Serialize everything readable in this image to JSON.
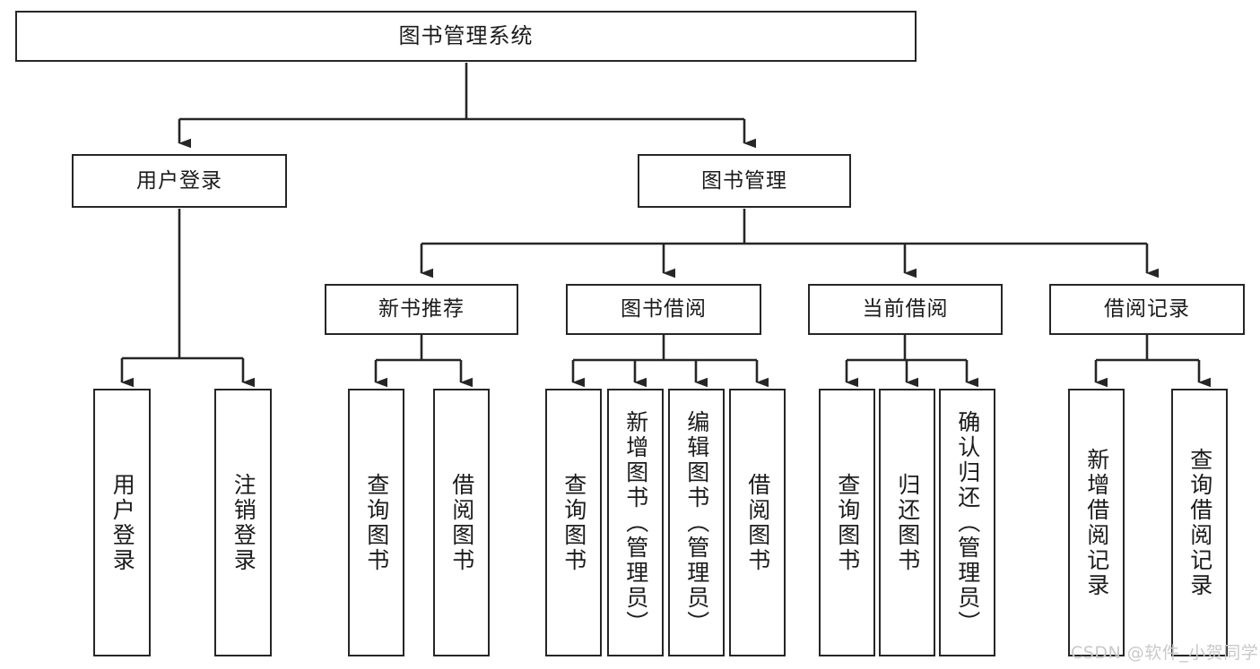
{
  "diagram": {
    "title": "图书管理系统",
    "type": "function-structure-tree",
    "orientation": "top-down",
    "levels": 4,
    "edge_color": "#262626",
    "node_border_color": "#262626",
    "node_fill_color": "#ffffff",
    "text_color": "#1b1b1b"
  },
  "nodes": {
    "root": {
      "label": "图书管理系统",
      "level": 0
    },
    "level1": [
      {
        "id": "user-login",
        "label": "用户登录"
      },
      {
        "id": "book-management",
        "label": "图书管理"
      }
    ],
    "level2": [
      {
        "id": "new-book-recommend",
        "label": "新书推荐",
        "parent": "book-management"
      },
      {
        "id": "book-borrow",
        "label": "图书借阅",
        "parent": "book-management"
      },
      {
        "id": "current-borrow",
        "label": "当前借阅",
        "parent": "book-management"
      },
      {
        "id": "borrow-record",
        "label": "借阅记录",
        "parent": "book-management"
      }
    ],
    "leaves": [
      {
        "id": "leaf-user-login",
        "label": "用户登录",
        "parent": "user-login"
      },
      {
        "id": "leaf-logout",
        "label": "注销登录",
        "parent": "user-login"
      },
      {
        "id": "leaf-query-book-1",
        "label": "查询图书",
        "parent": "new-book-recommend"
      },
      {
        "id": "leaf-borrow-book-1",
        "label": "借阅图书",
        "parent": "new-book-recommend"
      },
      {
        "id": "leaf-query-book-2",
        "label": "查询图书",
        "parent": "book-borrow"
      },
      {
        "id": "leaf-add-book",
        "label": "新增图书（管理员）",
        "parent": "book-borrow"
      },
      {
        "id": "leaf-edit-book",
        "label": "编辑图书（管理员）",
        "parent": "book-borrow"
      },
      {
        "id": "leaf-borrow-book-2",
        "label": "借阅图书",
        "parent": "book-borrow"
      },
      {
        "id": "leaf-query-book-3",
        "label": "查询图书",
        "parent": "current-borrow"
      },
      {
        "id": "leaf-return-book",
        "label": "归还图书",
        "parent": "current-borrow"
      },
      {
        "id": "leaf-confirm-return",
        "label": "确认归还（管理员）",
        "parent": "current-borrow"
      },
      {
        "id": "leaf-add-record",
        "label": "新增借阅记录",
        "parent": "borrow-record"
      },
      {
        "id": "leaf-query-record",
        "label": "查询借阅记录",
        "parent": "borrow-record"
      }
    ]
  },
  "watermark": {
    "text": "CSDN @软件_小贺同学",
    "color": "#c9c9c9"
  }
}
